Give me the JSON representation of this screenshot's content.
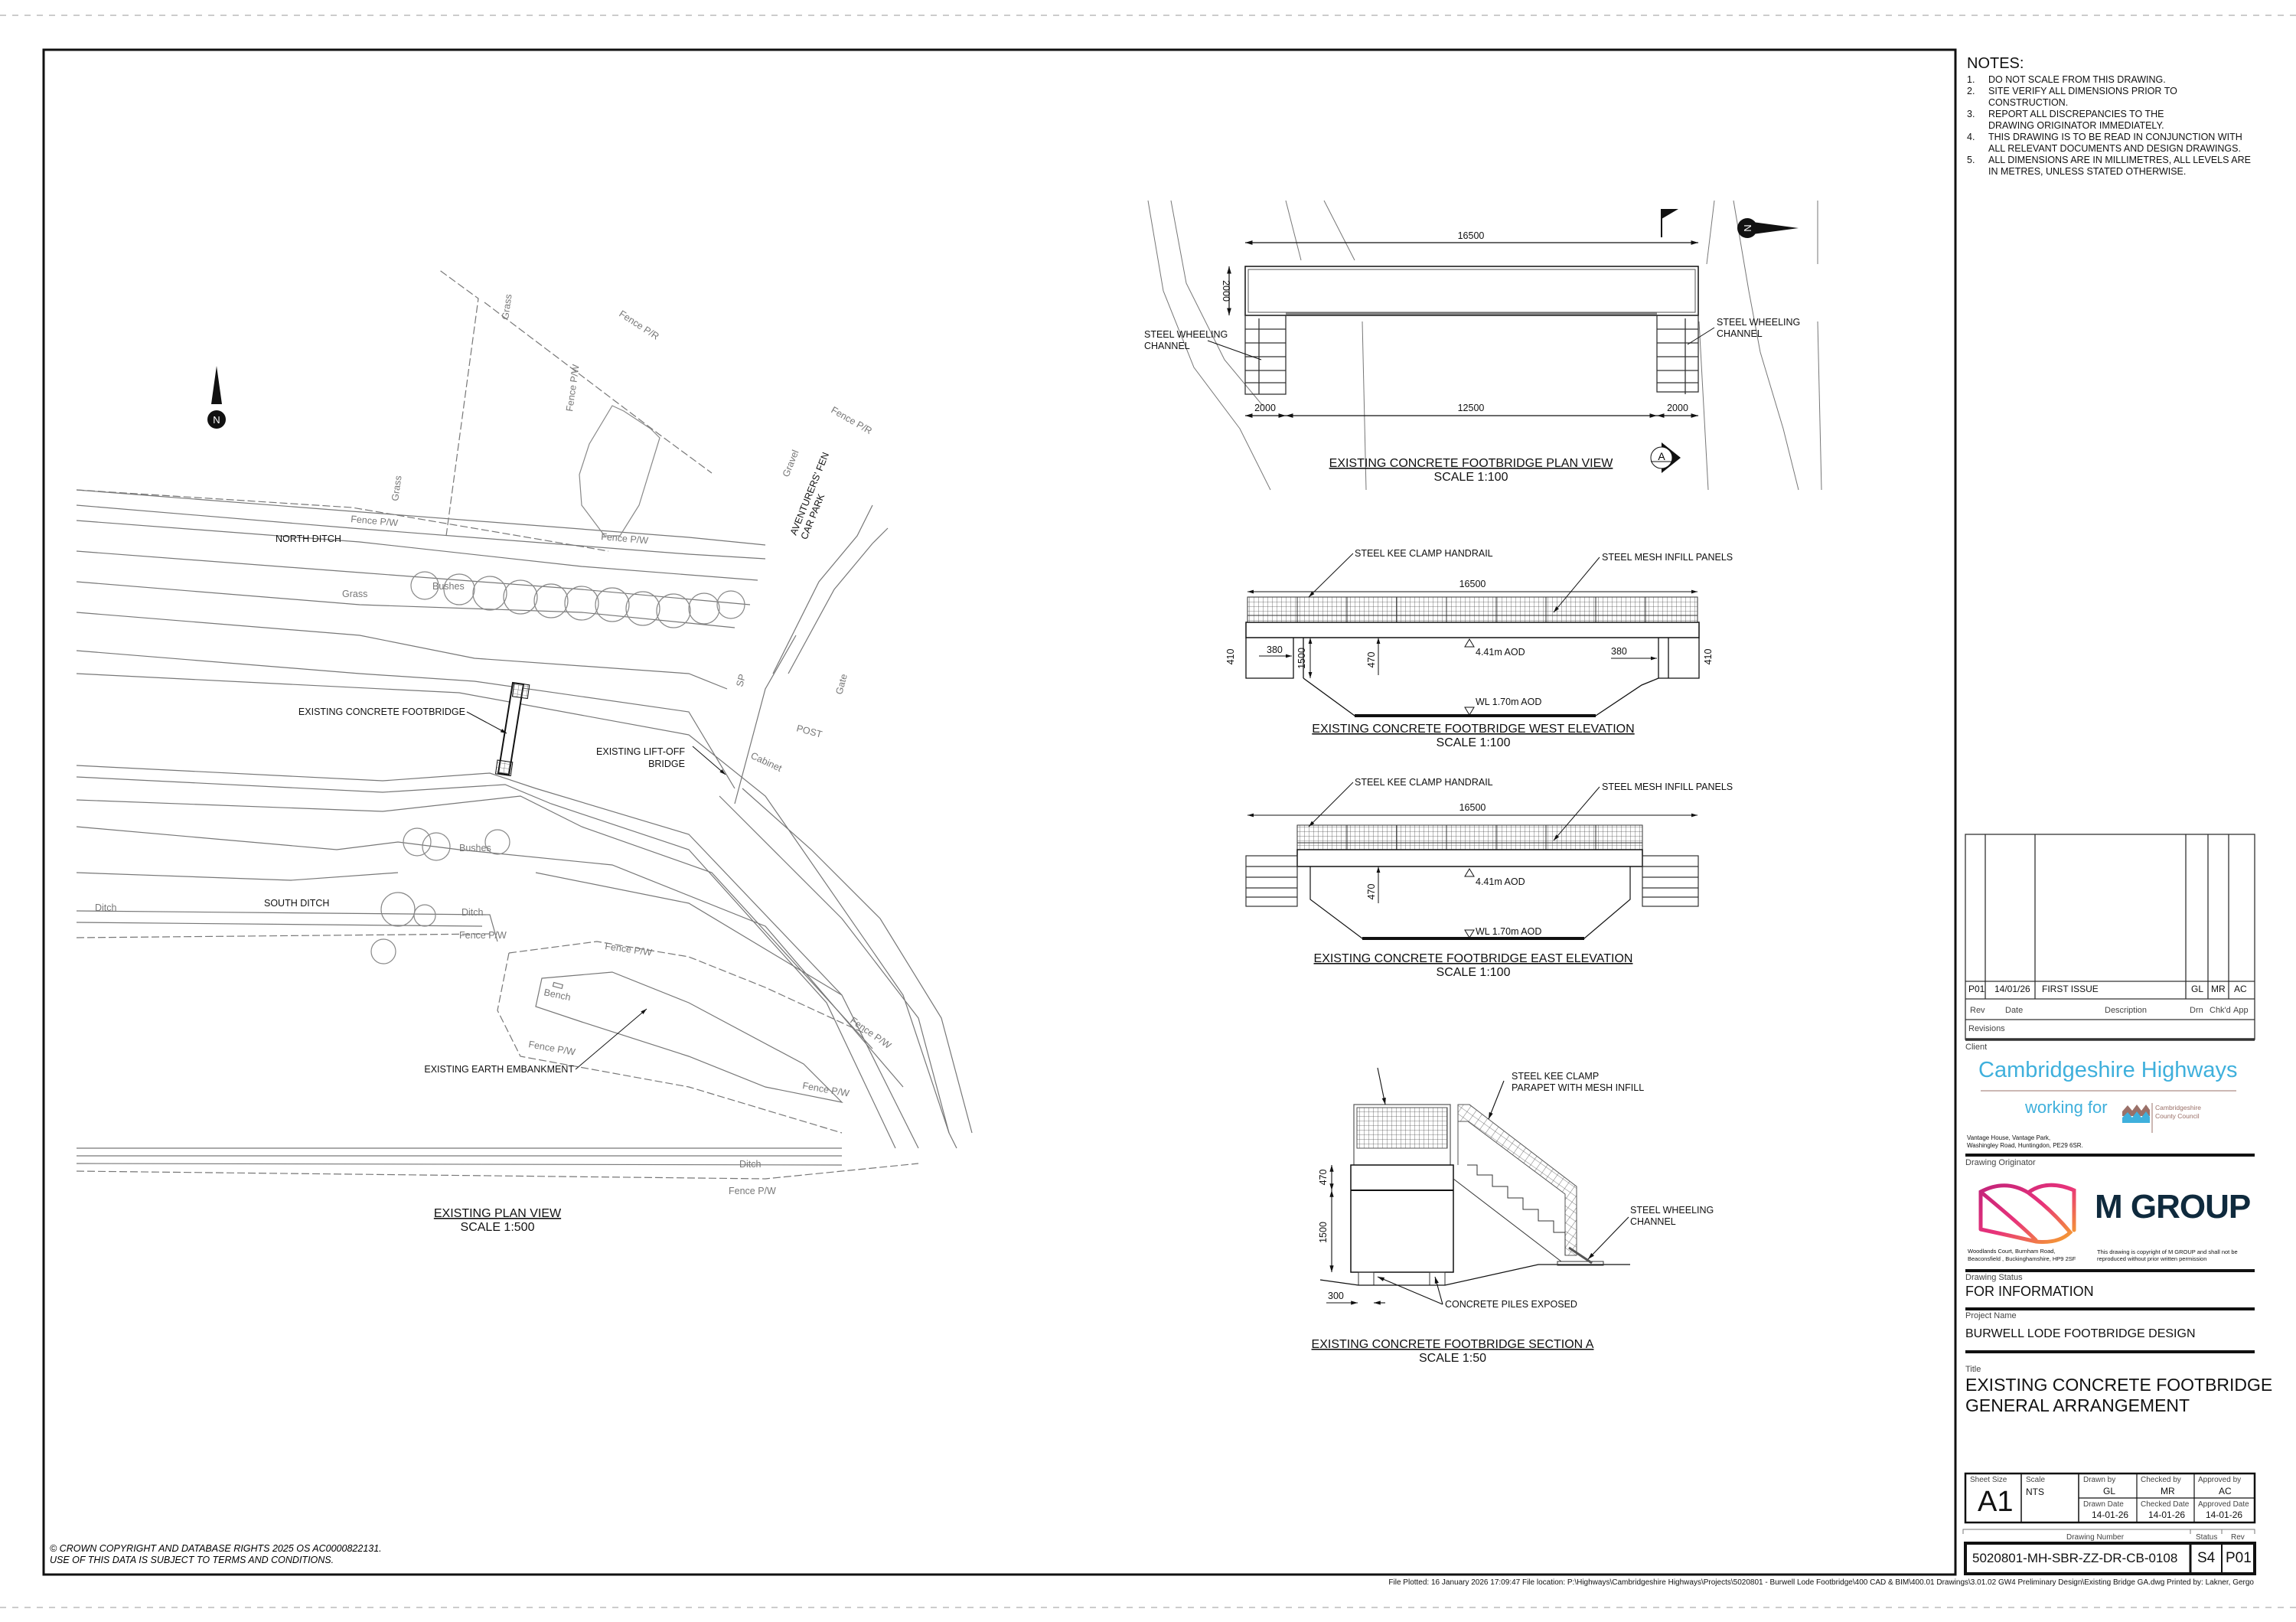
{
  "notes": {
    "heading": "NOTES:",
    "items": [
      {
        "num": "1.",
        "text": "DO NOT SCALE FROM THIS DRAWING."
      },
      {
        "num": "2.",
        "text": "SITE VERIFY ALL DIMENSIONS PRIOR TO CONSTRUCTION."
      },
      {
        "num": "3.",
        "text": "REPORT ALL DISCREPANCIES TO THE DRAWING ORIGINATOR IMMEDIATELY."
      },
      {
        "num": "4.",
        "text": "THIS DRAWING IS TO BE READ IN CONJUNCTION WITH ALL RELEVANT DOCUMENTS AND DESIGN DRAWINGS."
      },
      {
        "num": "5.",
        "text": "ALL DIMENSIONS ARE IN MILLIMETRES, ALL LEVELS ARE IN METRES, UNLESS STATED OTHERWISE."
      }
    ]
  },
  "site_plan": {
    "title": "EXISTING PLAN VIEW",
    "scale": "SCALE 1:500",
    "north": "N",
    "labels": {
      "north_ditch": "NORTH DITCH",
      "south_ditch": "SOUTH DITCH",
      "footbridge": "EXISTING CONCRETE FOOTBRIDGE",
      "liftoff_1": "EXISTING LIFT-OFF",
      "liftoff_2": "BRIDGE",
      "embankment": "EXISTING EARTH EMBANKMENT",
      "car_park_1": "AVENTURERS' FEN",
      "car_park_2": "CAR PARK",
      "gravel": "Gravel",
      "grass": "Grass",
      "bushes": "Bushes",
      "ditch": "Ditch",
      "bench": "Bench",
      "fence_pw": "Fence P/W",
      "fence_pr": "Fence P/R",
      "post": "POST",
      "cabinet": "Cabinet",
      "gate": "Gate",
      "sp": "SP"
    }
  },
  "plan_view": {
    "title": "EXISTING CONCRETE FOOTBRIDGE PLAN VIEW",
    "scale": "SCALE 1:100",
    "dim_overall": "16500",
    "dim_width": "2000",
    "dim_stair_left": "2000",
    "dim_span": "12500",
    "dim_stair_right": "2000",
    "label_left": [
      "STEEL WHEELING",
      "CHANNEL"
    ],
    "label_right": [
      "STEEL WHEELING",
      "CHANNEL"
    ],
    "section_marker": "A",
    "north": "N"
  },
  "west_elevation": {
    "title": "EXISTING CONCRETE FOOTBRIDGE WEST ELEVATION",
    "scale": "SCALE 1:100",
    "handrail_label": "STEEL KEE CLAMP HANDRAIL",
    "mesh_label": "STEEL MESH INFILL PANELS",
    "dim_overall": "16500",
    "dim_left_pier": "380",
    "dim_right_pier": "380",
    "dim_depth_left": "410",
    "dim_depth_right": "410",
    "dim_1500": "1500",
    "dim_470": "470",
    "soffit_level": "4.41m AOD",
    "water_level": "WL 1.70m AOD"
  },
  "east_elevation": {
    "title": "EXISTING CONCRETE FOOTBRIDGE EAST ELEVATION",
    "scale": "SCALE 1:100",
    "handrail_label": "STEEL KEE CLAMP HANDRAIL",
    "mesh_label": "STEEL MESH INFILL PANELS",
    "dim_overall": "16500",
    "dim_470": "470",
    "soffit_level": "4.41m AOD",
    "water_level": "WL 1.70m AOD"
  },
  "section_a": {
    "title": "EXISTING CONCRETE FOOTBRIDGE SECTION A",
    "scale": "SCALE 1:50",
    "parapet_label": [
      "STEEL KEE CLAMP",
      "PARAPET WITH MESH INFILL"
    ],
    "channel_label": [
      "STEEL WHEELING",
      "CHANNEL"
    ],
    "piles_label": "CONCRETE PILES EXPOSED",
    "dim_470": "470",
    "dim_1500": "1500",
    "dim_300": "300"
  },
  "copyright": {
    "line1": "©  CROWN COPYRIGHT AND DATABASE RIGHTS 2025 OS AC0000822131.",
    "line2": "USE OF THIS DATA IS SUBJECT TO TERMS AND CONDITIONS."
  },
  "revisions": {
    "rows": [
      {
        "rev": "P01",
        "date": "14/01/26",
        "description": "FIRST ISSUE",
        "drn": "GL",
        "chkd": "MR",
        "app": "AC"
      }
    ],
    "headers": {
      "rev": "Rev",
      "date": "Date",
      "description": "Description",
      "drn": "Drn",
      "chkd": "Chk'd",
      "app": "App"
    },
    "label": "Revisions"
  },
  "client": {
    "label": "Client",
    "name": "Cambridgeshire Highways",
    "working_for": "working for",
    "council_1": "Cambridgeshire",
    "council_2": "County Council",
    "address_1": "Vantage House, Vantage Park,",
    "address_2": "Washingley Road, Huntingdon, PE29 6SR.",
    "brand_color": "#3fb0dc",
    "council_color": "#9a7068"
  },
  "originator": {
    "label": "Drawing Originator",
    "name": "M GROUP",
    "address_1": "Woodlands Court, Burnham Road,",
    "address_2": "Beaconsfield , Buckinghamshire, HP9 2SF",
    "copyright_1": "This drawing is copyright of M GROUP and shall not be",
    "copyright_2": "reproduced without prior written permission",
    "brand_color": "#0f2a3d"
  },
  "status": {
    "label": "Drawing Status",
    "value": "FOR INFORMATION"
  },
  "project": {
    "label": "Project Name",
    "value": "BURWELL LODE FOOTBRIDGE DESIGN"
  },
  "title": {
    "label": "Title",
    "line1": "EXISTING CONCRETE FOOTBRIDGE",
    "line2": "GENERAL ARRANGEMENT"
  },
  "sheet_info": {
    "sheet_size_label": "Sheet Size",
    "sheet_size": "A1",
    "scale_label": "Scale",
    "scale": "NTS",
    "drawn_by_label": "Drawn by",
    "drawn_by": "GL",
    "checked_by_label": "Checked by",
    "checked_by": "MR",
    "approved_by_label": "Approved by",
    "approved_by": "AC",
    "drawn_date_label": "Drawn Date",
    "drawn_date": "14-01-26",
    "checked_date_label": "Checked Date",
    "checked_date": "14-01-26",
    "approved_date_label": "Approved Date",
    "approved_date": "14-01-26",
    "drawing_number_label": "Drawing Number",
    "drawing_number": "5020801-MH-SBR-ZZ-DR-CB-0108",
    "status_label": "Status",
    "status": "S4",
    "rev_label": "Rev",
    "rev": "P01"
  },
  "footer": {
    "plot_info": "File Plotted: 16 January 2026 17:09:47 File location: P:\\Highways\\Cambridgeshire Highways\\Projects\\5020801 - Burwell Lode Footbridge\\400 CAD & BIM\\400.01 Drawings\\3.01.02 GW4 Preliminary Design\\Existing Bridge GA.dwg  Printed by: Lakner, Gergo"
  }
}
